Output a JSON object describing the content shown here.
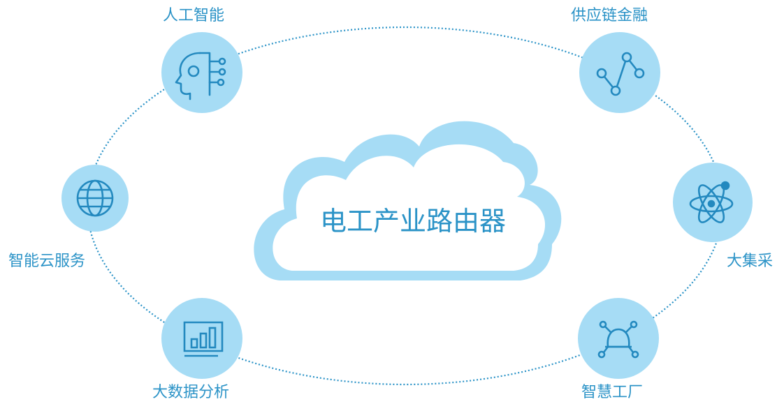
{
  "center": {
    "title": "电工产业路由器",
    "icon": "cloud-icon"
  },
  "nodes": [
    {
      "id": "ai",
      "label": "人工智能",
      "icon": "ai-head-icon"
    },
    {
      "id": "supply-chain",
      "label": "供应链金融",
      "icon": "line-graph-icon"
    },
    {
      "id": "cloud-service",
      "label": "智能云服务",
      "icon": "globe-icon"
    },
    {
      "id": "big-collection",
      "label": "大集采",
      "icon": "atom-icon"
    },
    {
      "id": "big-data",
      "label": "大数据分析",
      "icon": "bar-chart-icon"
    },
    {
      "id": "smart-factory",
      "label": "智慧工厂",
      "icon": "network-hub-icon"
    }
  ],
  "colors": {
    "circle_fill": "#a6dcf5",
    "icon_stroke": "#2389bf",
    "cloud_fill": "#a6dcf5",
    "cloud_inner": "#ffffff",
    "text": "#2b93c7",
    "dotted_ring": "#2b93c7"
  }
}
